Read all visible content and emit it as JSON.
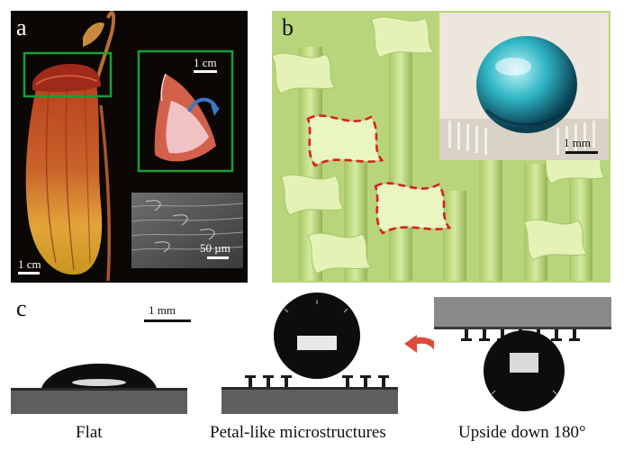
{
  "panel_a": {
    "letter": "a",
    "scale_main": "1 cm",
    "scale_inset": "1 cm",
    "scale_sem": "50 µm",
    "frame_color": "#1a9e3a"
  },
  "panel_b": {
    "letter": "b",
    "scale_inset": "1 mm",
    "outline_color": "#d9201c"
  },
  "panel_c": {
    "letter": "c",
    "scale": "1 mm",
    "captions": {
      "flat": "Flat",
      "petal": "Petal-like microstructures",
      "upside": "Upside down 180°"
    }
  }
}
